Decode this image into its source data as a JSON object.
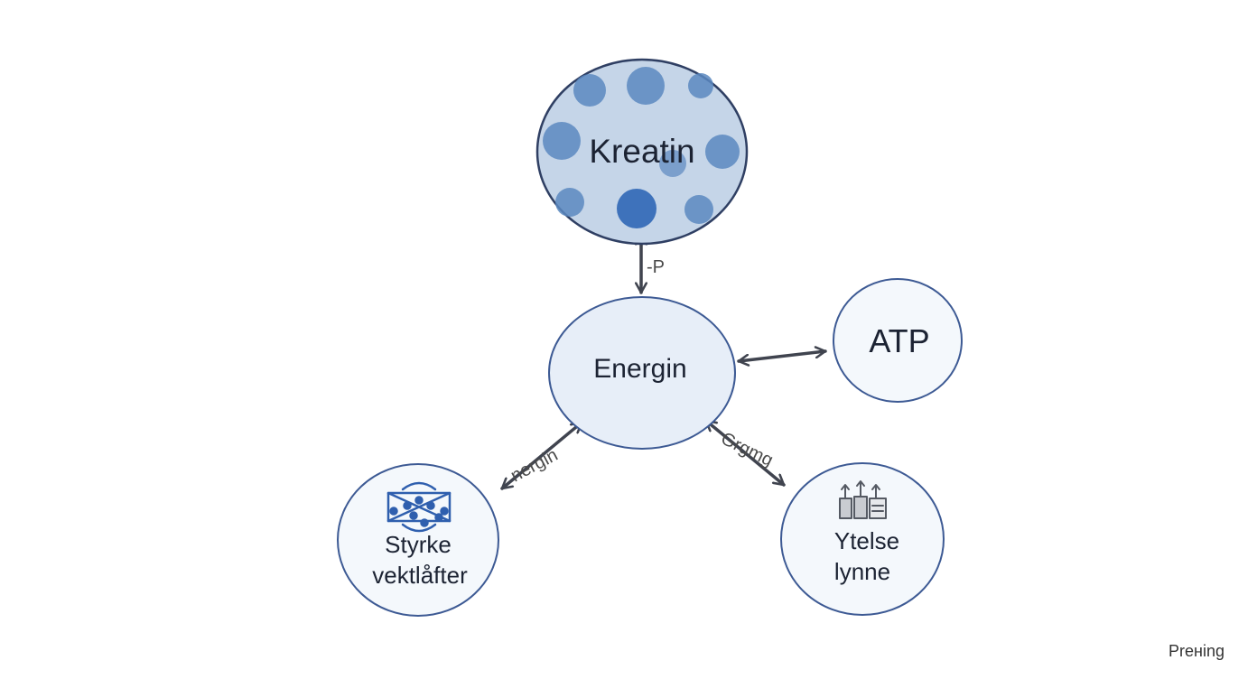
{
  "nodes": {
    "kreatin": {
      "label": "Kreatin"
    },
    "energin": {
      "label": "Energin"
    },
    "atp": {
      "label": "ATP"
    },
    "styrke": {
      "line1": "Styrke",
      "line2": "vektlåfter",
      "icon": "weightlifter-network-icon"
    },
    "ytelse": {
      "line1": "Ytelse",
      "line2": "lynne",
      "icon": "performance-bars-icon"
    }
  },
  "edges": {
    "kreatin_energin": {
      "label": "-P"
    },
    "energin_atp": {
      "label": ""
    },
    "energin_styrke": {
      "label": "nergin"
    },
    "energin_ytelse": {
      "label": "Grgmg"
    }
  },
  "footer": {
    "label": "Preнing"
  },
  "colors": {
    "kreatin_fill": "#c5d5e8",
    "kreatin_dots": "#5b88c0",
    "kreatin_dot_dark": "#3e72bb",
    "node_fill": "#e7eef8",
    "node_fill_light": "#f4f8fc",
    "node_stroke": "#3d5a94",
    "arrow": "#40444f",
    "text": "#1c2333",
    "icon_blue": "#2f5fae",
    "icon_gray": "#555a63"
  }
}
